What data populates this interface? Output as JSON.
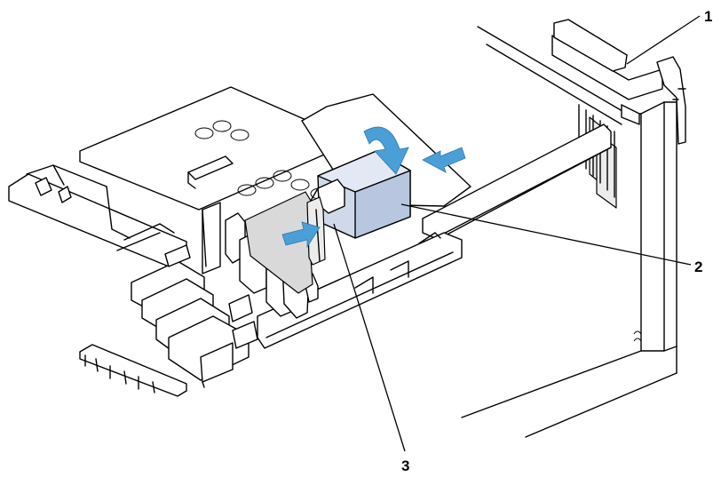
{
  "callouts": [
    {
      "id": "1",
      "label": "1"
    },
    {
      "id": "2",
      "label": "2"
    },
    {
      "id": "3",
      "label": "3"
    }
  ],
  "colors": {
    "arrow": "#4a9fd6",
    "latch": "#cfd9ea",
    "line": "#000000",
    "background": "#ffffff"
  }
}
